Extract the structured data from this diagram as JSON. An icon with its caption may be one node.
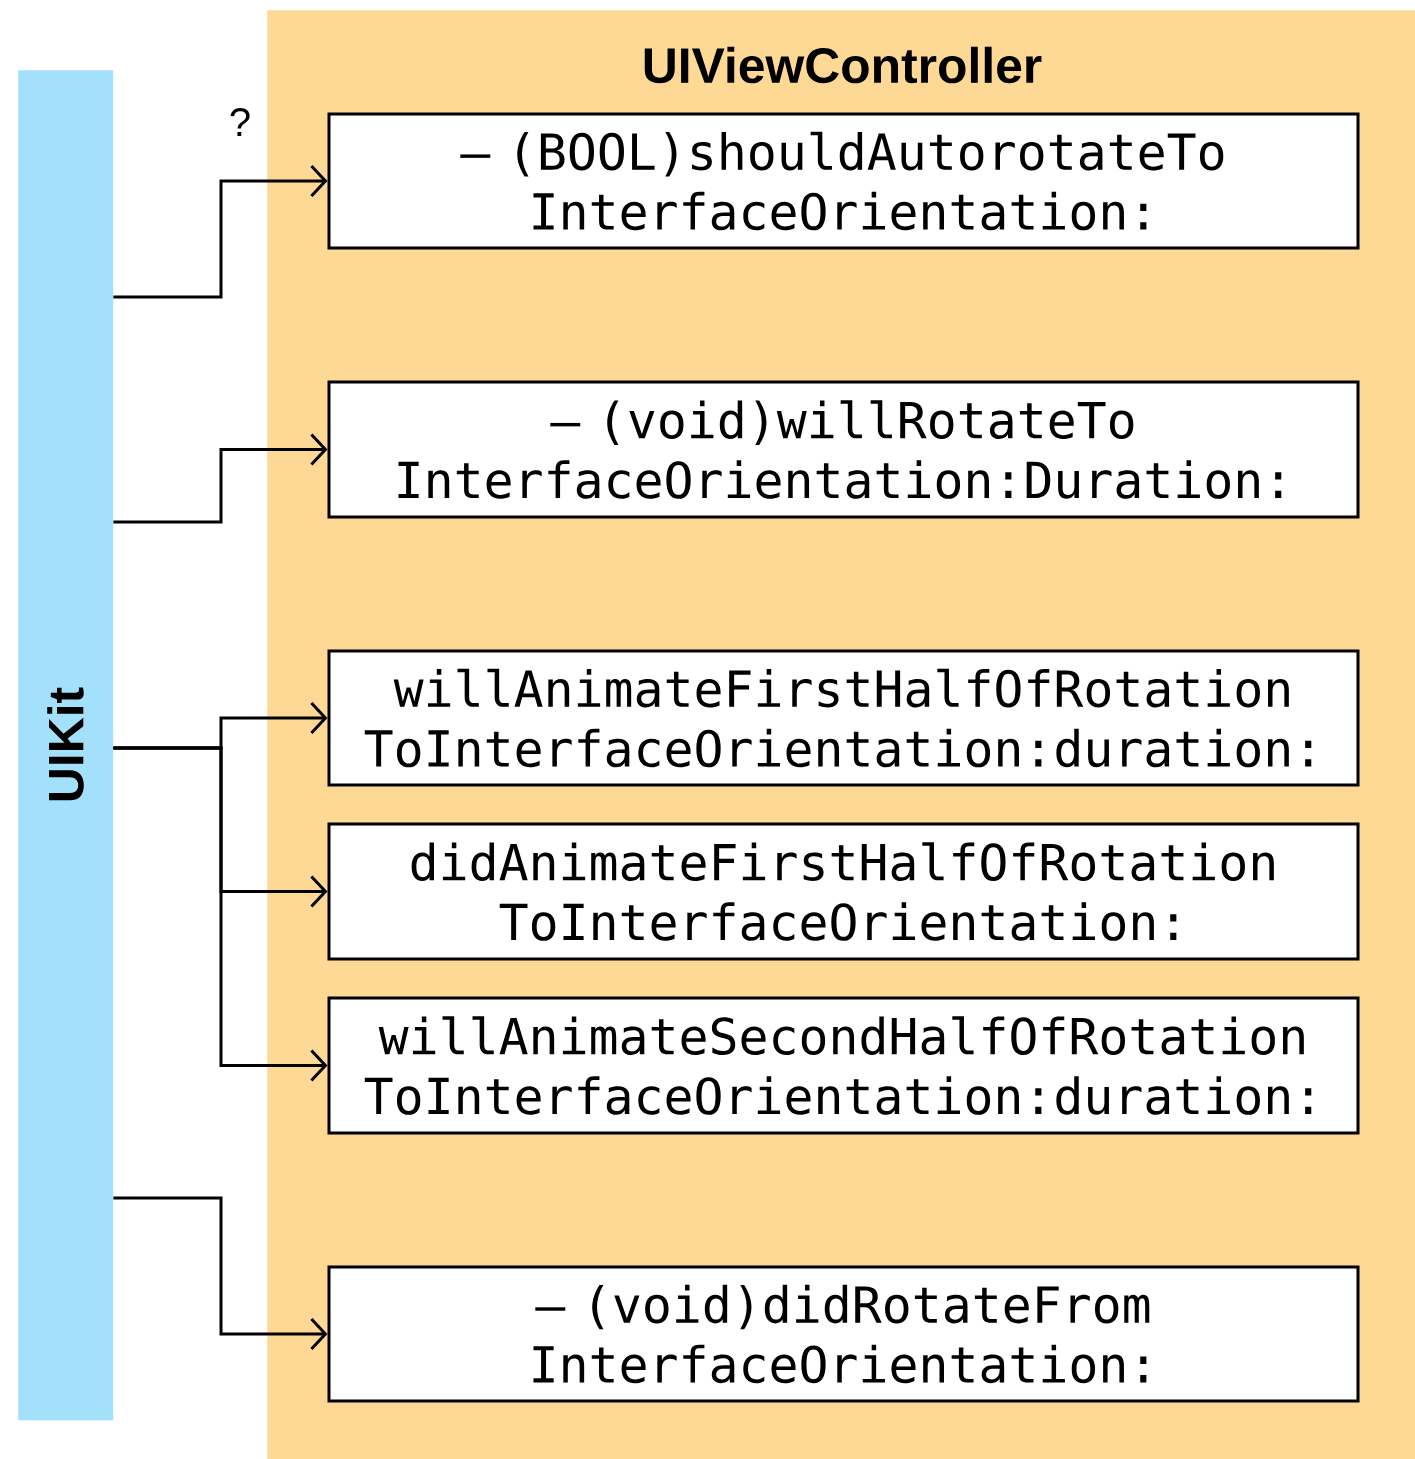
{
  "diagram": {
    "nodes": [
      {
        "text": [
          "UIKit"
        ]
      },
      {
        "text": [
          "UIViewController"
        ]
      },
      {
        "text": [
          "– (BOOL)shouldAutorotateTo InterfaceOrientation:"
        ],
        "in": 1
      },
      {
        "text": [
          "– (void)willRotateTo InterfaceOrientation:Duration:"
        ],
        "in": 1
      },
      {
        "text": [
          "willAnimateFirstHalfOfRotation ToInterfaceOrientation:duration:"
        ],
        "in": 1
      },
      {
        "text": [
          "didAnimateFirstHalfOfRotation ToInterfaceOrientation:"
        ],
        "in": 1
      },
      {
        "text": [
          "willAnimateSecondHalfOfRotation ToInterfaceOrientation:duration:"
        ],
        "in": 1
      },
      {
        "text": [
          "– (void)didRotateFrom InterfaceOrientation:"
        ],
        "in": 1
      }
    ],
    "edges": [
      {
        "from": 0,
        "to": 2,
        "arrow": "to",
        "label": "?"
      },
      {
        "from": 0,
        "to": 3,
        "arrow": "to"
      },
      {
        "from": 0,
        "to": 4,
        "arrow": "to"
      },
      {
        "from": 0,
        "to": 5,
        "arrow": "to"
      },
      {
        "from": 0,
        "to": 6,
        "arrow": "to"
      },
      {
        "from": 0,
        "to": 7,
        "arrow": "to"
      }
    ]
  }
}
